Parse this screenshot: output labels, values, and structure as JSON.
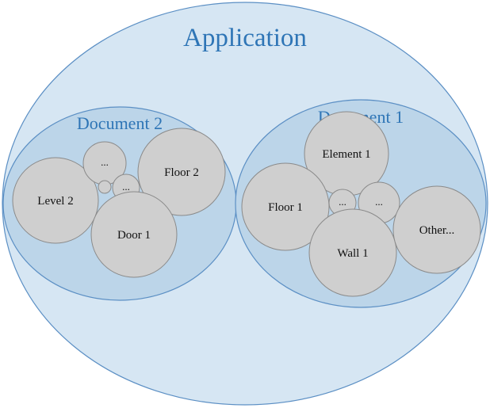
{
  "colors": {
    "application_fill": "#d6e6f3",
    "document_fill": "#bcd5e9",
    "outline": "#5b8fc4",
    "node_fill": "#cfcfcf",
    "node_outline": "#8a8a8a",
    "title_text": "#2e75b6"
  },
  "application": {
    "label": "Application"
  },
  "documents": [
    {
      "label": "Document 2",
      "items": [
        {
          "label": "Level 2"
        },
        {
          "label": "..."
        },
        {
          "label": ""
        },
        {
          "label": "..."
        },
        {
          "label": "Floor 2"
        },
        {
          "label": "Door 1"
        }
      ]
    },
    {
      "label": "Document 1",
      "items": [
        {
          "label": "Element 1"
        },
        {
          "label": "Floor 1"
        },
        {
          "label": "..."
        },
        {
          "label": "..."
        },
        {
          "label": "Wall 1"
        },
        {
          "label": "Other..."
        }
      ]
    }
  ]
}
